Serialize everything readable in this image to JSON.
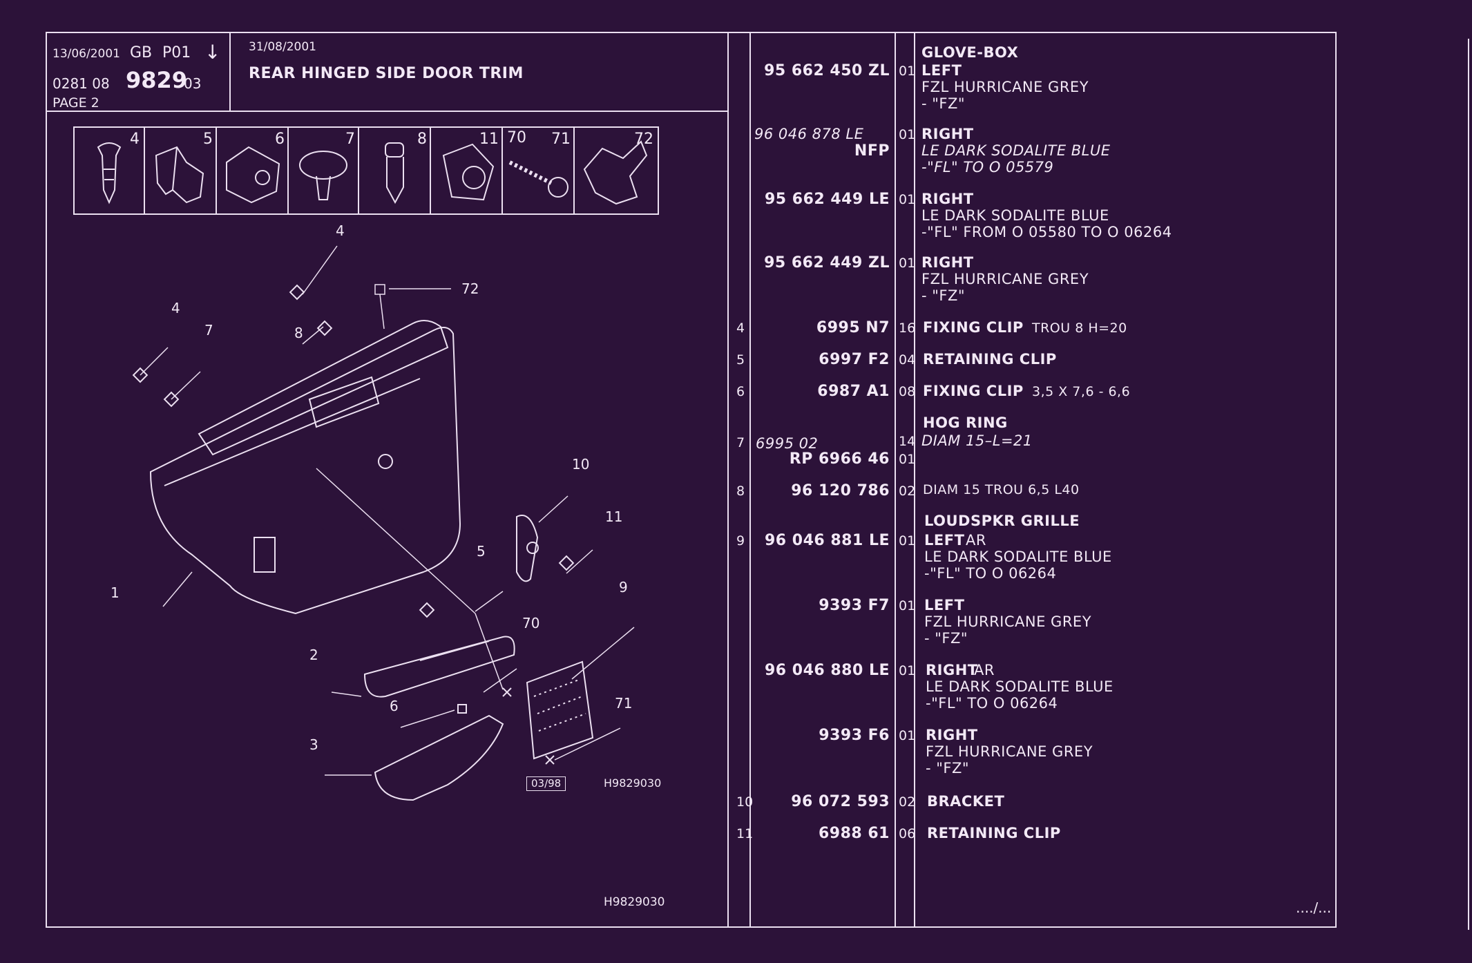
{
  "header": {
    "date1": "13/06/2001",
    "lang": "GB",
    "code": "P01",
    "arrow": "↓",
    "ref_prefix": "0281 08",
    "ref_main": "9829",
    "ref_suffix": "03",
    "page": "PAGE 2",
    "date2": "31/08/2001",
    "title": "REAR HINGED SIDE DOOR TRIM"
  },
  "thumbnails": [
    "4",
    "5",
    "6",
    "7",
    "8",
    "11",
    "70",
    "71",
    "72"
  ],
  "diagram": {
    "callouts": [
      "4",
      "72",
      "4",
      "7",
      "8",
      "10",
      "11",
      "5",
      "9",
      "1",
      "70",
      "2",
      "6",
      "71",
      "3"
    ],
    "stamp": "03/98",
    "ref": "H9829030",
    "bottom_ref": "H9829030"
  },
  "parts": [
    {
      "ref": "",
      "alt": "",
      "pn": "95 662 450 ZL",
      "qty": "01",
      "title": "GLOVE-BOX",
      "name": "LEFT",
      "name_extra": "",
      "lines": [
        "FZL HURRICANE GREY",
        "-    \"FZ\""
      ],
      "italic": false
    },
    {
      "ref": "",
      "alt": "96 046 878 LE",
      "pn": "NFP",
      "qty": "01",
      "title": "",
      "name": "RIGHT",
      "name_extra": "",
      "lines": [
        "LE DARK SODALITE BLUE",
        "-\"FL\" TO O 05579"
      ],
      "italic": true
    },
    {
      "ref": "",
      "alt": "",
      "pn": "95 662 449 LE",
      "qty": "01",
      "title": "",
      "name": "RIGHT",
      "name_extra": "",
      "lines": [
        "LE DARK SODALITE BLUE",
        "-\"FL\" FROM O 05580 TO O 06264"
      ],
      "italic": false
    },
    {
      "ref": "",
      "alt": "",
      "pn": "95 662 449 ZL",
      "qty": "01",
      "title": "",
      "name": "RIGHT",
      "name_extra": "",
      "lines": [
        "FZL HURRICANE GREY",
        "-    \"FZ\""
      ],
      "italic": false
    },
    {
      "ref": "4",
      "alt": "",
      "pn": "6995 N7",
      "qty": "16",
      "title": "",
      "name": "FIXING CLIP",
      "name_extra": "TROU 8 H=20",
      "lines": [],
      "italic": false
    },
    {
      "ref": "5",
      "alt": "",
      "pn": "6997 F2",
      "qty": "04",
      "title": "",
      "name": "RETAINING CLIP",
      "name_extra": "",
      "lines": [],
      "italic": false
    },
    {
      "ref": "6",
      "alt": "",
      "pn": "6987 A1",
      "qty": "08",
      "title": "",
      "name": "FIXING CLIP",
      "name_extra": "3,5 X 7,6 - 6,6",
      "lines": [],
      "italic": false
    },
    {
      "ref": "7",
      "alt": "6995 02",
      "pn": "RP 6966 46",
      "qty": "14",
      "qty2": "01",
      "title": "HOG RING",
      "name": "",
      "name_extra": "",
      "lines": [
        "DIAM 15–L=21"
      ],
      "italic": true
    },
    {
      "ref": "8",
      "alt": "",
      "pn": "96 120 786",
      "qty": "02",
      "title": "",
      "name": "",
      "name_extra": "DIAM 15 TROU 6,5 L40",
      "lines": [],
      "italic": false
    },
    {
      "ref": "9",
      "alt": "",
      "pn": "96 046 881 LE",
      "qty": "01",
      "title": "LOUDSPKR GRILLE",
      "name": "LEFT",
      "name_extra": "AR",
      "lines": [
        "LE DARK SODALITE BLUE",
        "-\"FL\" TO O 06264"
      ],
      "italic": false
    },
    {
      "ref": "",
      "alt": "",
      "pn": "9393 F7",
      "qty": "01",
      "title": "",
      "name": "LEFT",
      "name_extra": "",
      "lines": [
        "FZL HURRICANE GREY",
        "-    \"FZ\""
      ],
      "italic": false
    },
    {
      "ref": "",
      "alt": "",
      "pn": "96 046 880 LE",
      "qty": "01",
      "title": "",
      "name": "RIGHT",
      "name_extra": "AR",
      "lines": [
        "LE DARK SODALITE BLUE",
        "-\"FL\" TO O 06264"
      ],
      "italic": false
    },
    {
      "ref": "",
      "alt": "",
      "pn": "9393 F6",
      "qty": "01",
      "title": "",
      "name": "RIGHT",
      "name_extra": "",
      "lines": [
        "FZL HURRICANE GREY",
        "-    \"FZ\""
      ],
      "italic": false
    },
    {
      "ref": "10",
      "alt": "",
      "pn": "96 072 593",
      "qty": "02",
      "title": "",
      "name": "BRACKET",
      "name_extra": "",
      "lines": [],
      "italic": false
    },
    {
      "ref": "11",
      "alt": "",
      "pn": "6988 61",
      "qty": "06",
      "title": "",
      "name": "RETAINING CLIP",
      "name_extra": "",
      "lines": [],
      "italic": false
    }
  ],
  "continuation": "..../...",
  "colors": {
    "background": "#2c1239",
    "ink": "#f3e9f6"
  }
}
